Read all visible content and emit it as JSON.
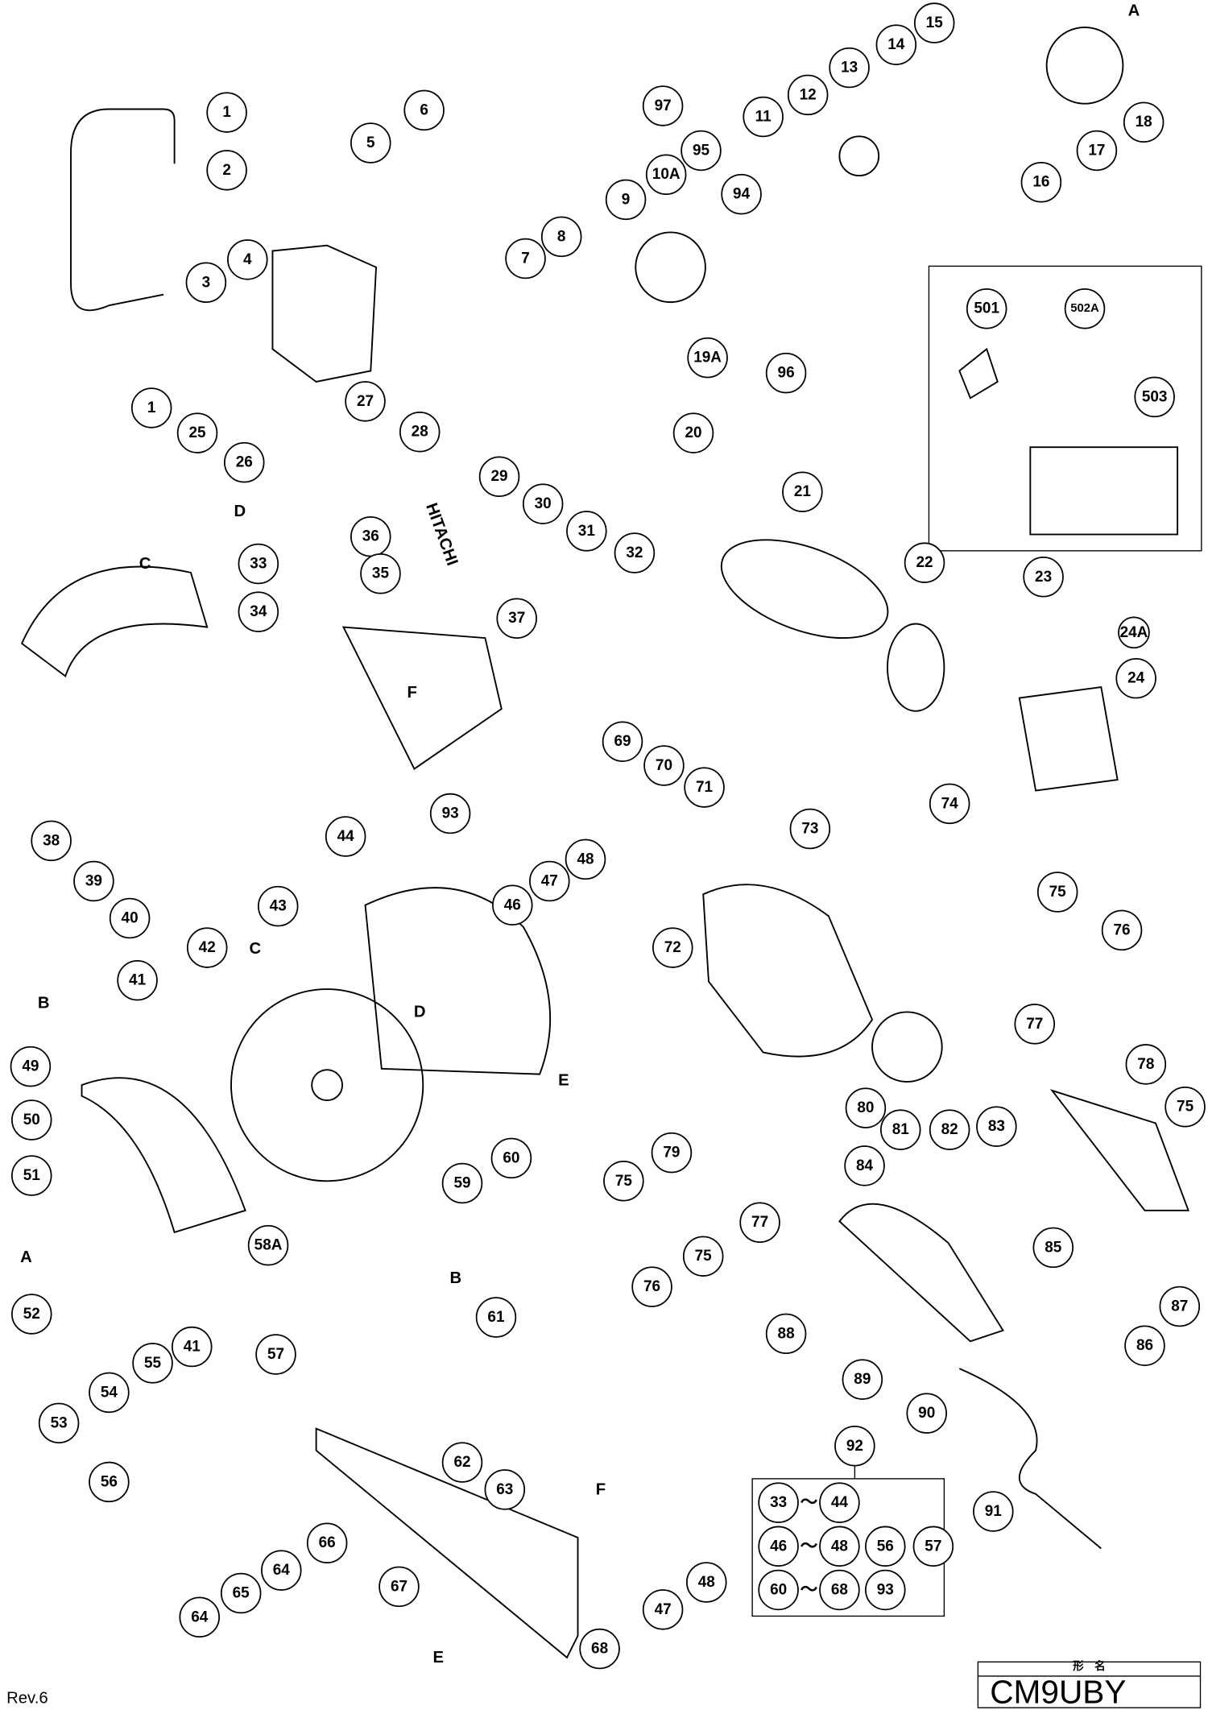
{
  "revision": "Rev.6",
  "model_box": {
    "header": "形　名",
    "model": "CM9UBY"
  },
  "logo_lettering": "HITACHI",
  "callouts": [
    "1",
    "2",
    "3",
    "4",
    "5",
    "6",
    "7",
    "8",
    "9",
    "97",
    "10A",
    "95",
    "94",
    "11",
    "12",
    "13",
    "14",
    "15",
    "16",
    "17",
    "18",
    "19A",
    "96",
    "25",
    "26",
    "27",
    "28",
    "1",
    "29",
    "30",
    "31",
    "32",
    "20",
    "21",
    "22",
    "23",
    "24A",
    "24",
    "501",
    "502A",
    "503",
    "36",
    "35",
    "37",
    "33",
    "34",
    "69",
    "70",
    "71",
    "38",
    "39",
    "40",
    "42",
    "43",
    "44",
    "93",
    "46",
    "47",
    "48",
    "73",
    "74",
    "75",
    "76",
    "77",
    "72",
    "41",
    "60",
    "59",
    "49",
    "50",
    "51",
    "52",
    "41",
    "53",
    "54",
    "55",
    "56",
    "58A",
    "80",
    "81",
    "82",
    "83",
    "78",
    "75",
    "75",
    "79",
    "75",
    "77",
    "76",
    "84",
    "85",
    "86",
    "87",
    "88",
    "89",
    "90",
    "91",
    "92",
    "61",
    "57",
    "62",
    "63",
    "66",
    "64",
    "64",
    "65",
    "67",
    "47",
    "48",
    "68"
  ],
  "letters": [
    "A",
    "D",
    "C",
    "F",
    "C",
    "B",
    "D",
    "E",
    "A",
    "B",
    "F",
    "E"
  ],
  "kit_92": {
    "rows": [
      {
        "from": "33",
        "to": "44",
        "extra": []
      },
      {
        "from": "46",
        "to": "48",
        "extra": [
          "56",
          "57"
        ]
      },
      {
        "from": "60",
        "to": "68",
        "extra": [
          "93"
        ]
      }
    ],
    "range_symbol": "～"
  }
}
